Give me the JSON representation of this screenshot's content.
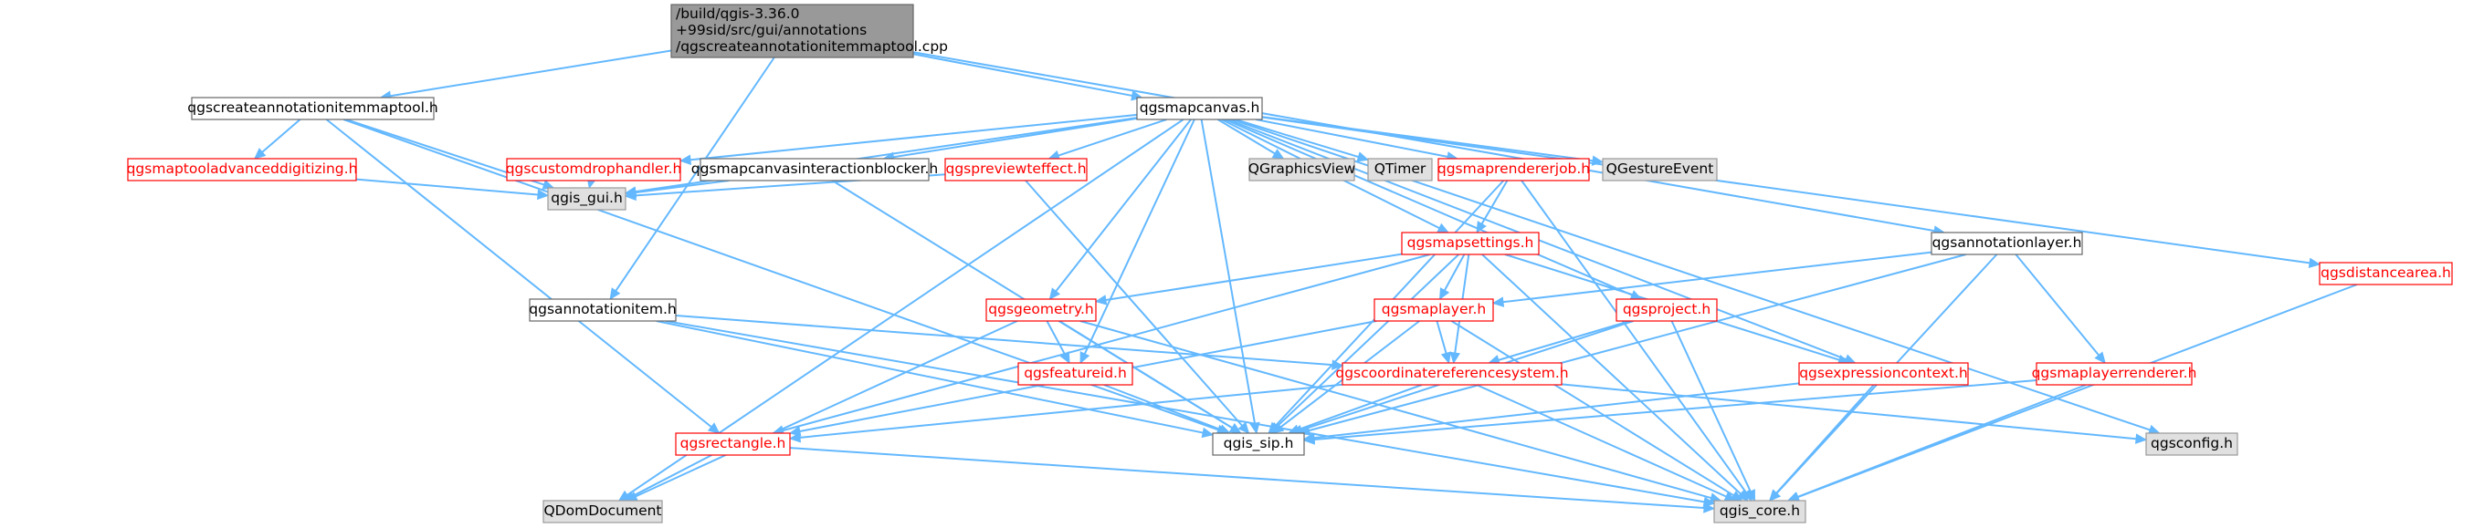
{
  "colors": {
    "edge": "#63b8ff",
    "root_fill": "#999999",
    "plain_fill": "#ffffff",
    "external_fill": "#e0e0e0",
    "text": "#000000",
    "linked_text": "#ff0000",
    "plain_border": "#666666",
    "linked_border": "#ff0000",
    "external_border": "#999999"
  },
  "nodes": [
    {
      "id": "root",
      "lines": [
        "/build/qgis-3.36.0",
        "+99sid/src/gui/annotations",
        "/qgscreateannotationitemmaptool.cpp"
      ],
      "kind": "root"
    },
    {
      "id": "createmaptool",
      "lines": [
        "qgscreateannotationitemmaptool.h"
      ],
      "kind": "plain"
    },
    {
      "id": "mapcanvas",
      "lines": [
        "qgsmapcanvas.h"
      ],
      "kind": "plain"
    },
    {
      "id": "advdigitizing",
      "lines": [
        "qgsmaptooladvanceddigitizing.h"
      ],
      "kind": "linked"
    },
    {
      "id": "gui",
      "lines": [
        "qgis_gui.h"
      ],
      "kind": "external"
    },
    {
      "id": "rectangle",
      "lines": [
        "qgsrectangle.h"
      ],
      "kind": "linked"
    },
    {
      "id": "sip",
      "lines": [
        "qgis_sip.h"
      ],
      "kind": "plain"
    },
    {
      "id": "domdocument",
      "lines": [
        "QDomDocument"
      ],
      "kind": "external"
    },
    {
      "id": "core",
      "lines": [
        "qgis_core.h"
      ],
      "kind": "external"
    },
    {
      "id": "customdrop",
      "lines": [
        "qgscustomdrophandler.h"
      ],
      "kind": "linked"
    },
    {
      "id": "interactionblocker",
      "lines": [
        "qgsmapcanvasinteractionblocker.h"
      ],
      "kind": "plain"
    },
    {
      "id": "previeweffect",
      "lines": [
        "qgspreviewteffect.h"
      ],
      "kind": "linked"
    },
    {
      "id": "graphicsview",
      "lines": [
        "QGraphicsView"
      ],
      "kind": "external"
    },
    {
      "id": "timer",
      "lines": [
        "QTimer"
      ],
      "kind": "external"
    },
    {
      "id": "rendererjob",
      "lines": [
        "qgsmaprendererjob.h"
      ],
      "kind": "linked"
    },
    {
      "id": "gestureevent",
      "lines": [
        "QGestureEvent"
      ],
      "kind": "external"
    },
    {
      "id": "distancearea",
      "lines": [
        "qgsdistancearea.h"
      ],
      "kind": "linked"
    },
    {
      "id": "mapsettings",
      "lines": [
        "qgsmapsettings.h"
      ],
      "kind": "linked"
    },
    {
      "id": "annotationlayer",
      "lines": [
        "qgsannotationlayer.h"
      ],
      "kind": "plain"
    },
    {
      "id": "annotationitem",
      "lines": [
        "qgsannotationitem.h"
      ],
      "kind": "plain"
    },
    {
      "id": "geometry",
      "lines": [
        "qgsgeometry.h"
      ],
      "kind": "linked"
    },
    {
      "id": "maplayer",
      "lines": [
        "qgsmaplayer.h"
      ],
      "kind": "linked"
    },
    {
      "id": "project",
      "lines": [
        "qgsproject.h"
      ],
      "kind": "linked"
    },
    {
      "id": "featureid",
      "lines": [
        "qgsfeatureid.h"
      ],
      "kind": "linked"
    },
    {
      "id": "crs",
      "lines": [
        "qgscoordinatereferencesystem.h"
      ],
      "kind": "linked"
    },
    {
      "id": "expressioncontext",
      "lines": [
        "qgsexpressioncontext.h"
      ],
      "kind": "linked"
    },
    {
      "id": "layerrenderer",
      "lines": [
        "qgsmaplayerrenderer.h"
      ],
      "kind": "linked"
    },
    {
      "id": "config",
      "lines": [
        "qgsconfig.h"
      ],
      "kind": "external"
    }
  ],
  "edges": [
    [
      "root",
      "createmaptool"
    ],
    [
      "root",
      "mapcanvas"
    ],
    [
      "root",
      "annotationitem"
    ],
    [
      "root",
      "annotationlayer"
    ],
    [
      "createmaptool",
      "advdigitizing"
    ],
    [
      "createmaptool",
      "gui"
    ],
    [
      "createmaptool",
      "rectangle"
    ],
    [
      "createmaptool",
      "sip"
    ],
    [
      "advdigitizing",
      "gui"
    ],
    [
      "mapcanvas",
      "gui"
    ],
    [
      "mapcanvas",
      "customdrop"
    ],
    [
      "mapcanvas",
      "interactionblocker"
    ],
    [
      "mapcanvas",
      "previeweffect"
    ],
    [
      "mapcanvas",
      "graphicsview"
    ],
    [
      "mapcanvas",
      "timer"
    ],
    [
      "mapcanvas",
      "rendererjob"
    ],
    [
      "mapcanvas",
      "gestureevent"
    ],
    [
      "mapcanvas",
      "distancearea"
    ],
    [
      "mapcanvas",
      "mapsettings"
    ],
    [
      "mapcanvas",
      "geometry"
    ],
    [
      "mapcanvas",
      "featureid"
    ],
    [
      "mapcanvas",
      "project"
    ],
    [
      "mapcanvas",
      "expressioncontext"
    ],
    [
      "mapcanvas",
      "config"
    ],
    [
      "mapcanvas",
      "sip"
    ],
    [
      "mapcanvas",
      "domdocument"
    ],
    [
      "customdrop",
      "gui"
    ],
    [
      "interactionblocker",
      "gui"
    ],
    [
      "interactionblocker",
      "sip"
    ],
    [
      "previeweffect",
      "gui"
    ],
    [
      "previeweffect",
      "sip"
    ],
    [
      "rendererjob",
      "mapsettings"
    ],
    [
      "rendererjob",
      "sip"
    ],
    [
      "rendererjob",
      "core"
    ],
    [
      "distancearea",
      "core"
    ],
    [
      "mapsettings",
      "geometry"
    ],
    [
      "mapsettings",
      "maplayer"
    ],
    [
      "mapsettings",
      "crs"
    ],
    [
      "mapsettings",
      "expressioncontext"
    ],
    [
      "mapsettings",
      "rectangle"
    ],
    [
      "mapsettings",
      "sip"
    ],
    [
      "mapsettings",
      "core"
    ],
    [
      "annotationlayer",
      "maplayer"
    ],
    [
      "annotationlayer",
      "layerrenderer"
    ],
    [
      "annotationlayer",
      "sip"
    ],
    [
      "annotationlayer",
      "core"
    ],
    [
      "annotationitem",
      "crs"
    ],
    [
      "annotationitem",
      "sip"
    ],
    [
      "annotationitem",
      "core"
    ],
    [
      "geometry",
      "featureid"
    ],
    [
      "geometry",
      "sip"
    ],
    [
      "geometry",
      "domdocument"
    ],
    [
      "geometry",
      "core"
    ],
    [
      "maplayer",
      "crs"
    ],
    [
      "maplayer",
      "rectangle"
    ],
    [
      "maplayer",
      "sip"
    ],
    [
      "maplayer",
      "core"
    ],
    [
      "project",
      "crs"
    ],
    [
      "project",
      "sip"
    ],
    [
      "project",
      "core"
    ],
    [
      "featureid",
      "sip"
    ],
    [
      "crs",
      "sip"
    ],
    [
      "crs",
      "config"
    ],
    [
      "crs",
      "core"
    ],
    [
      "crs",
      "rectangle"
    ],
    [
      "expressioncontext",
      "sip"
    ],
    [
      "expressioncontext",
      "core"
    ],
    [
      "layerrenderer",
      "sip"
    ],
    [
      "layerrenderer",
      "core"
    ],
    [
      "rectangle",
      "domdocument"
    ],
    [
      "rectangle",
      "core"
    ]
  ]
}
